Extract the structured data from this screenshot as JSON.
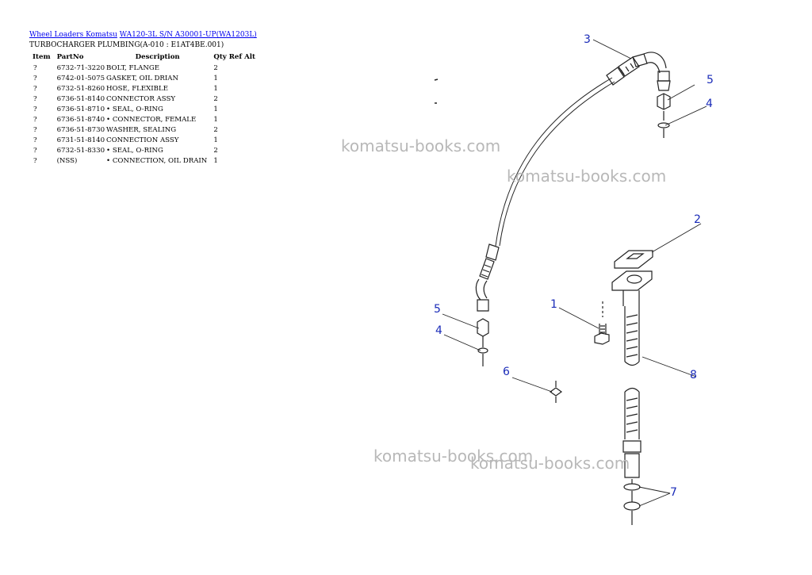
{
  "breadcrumb": {
    "link1": "Wheel Loaders Komatsu",
    "link2": "WA120-3L S/N A30001-UP(WA1203L)"
  },
  "subtitle": "TURBOCHARGER PLUMBING(A-010 : E1AT4BE.001)",
  "table": {
    "headers": {
      "item": "Item",
      "partno": "PartNo",
      "description": "Description",
      "qty": "Qty",
      "ref": "Ref",
      "alt": "Alt"
    },
    "rows": [
      {
        "item": "?",
        "partno": "6732-71-3220",
        "description": "BOLT, FLANGE",
        "qty": "2"
      },
      {
        "item": "?",
        "partno": "6742-01-5075",
        "description": "GASKET, OIL DRIAN",
        "qty": "1"
      },
      {
        "item": "?",
        "partno": "6732-51-8260",
        "description": "HOSE, FLEXIBLE",
        "qty": "1"
      },
      {
        "item": "?",
        "partno": "6736-51-8140",
        "description": "CONNECTOR ASSY",
        "qty": "2"
      },
      {
        "item": "?",
        "partno": "6736-51-8710",
        "description": "• SEAL, O-RING",
        "qty": "1"
      },
      {
        "item": "?",
        "partno": "6736-51-8740",
        "description": "• CONNECTOR, FEMALE",
        "qty": "1"
      },
      {
        "item": "?",
        "partno": "6736-51-8730",
        "description": "WASHER, SEALING",
        "qty": "2"
      },
      {
        "item": "?",
        "partno": "6731-51-8140",
        "description": "CONNECTION ASSY",
        "qty": "1"
      },
      {
        "item": "?",
        "partno": "6732-51-8330",
        "description": "• SEAL, O-RING",
        "qty": "2"
      },
      {
        "item": "?",
        "partno": "(NSS)",
        "description": "• CONNECTION, OIL DRAIN",
        "qty": "1"
      }
    ]
  },
  "diagram": {
    "callouts": {
      "c1": "1",
      "c2": "2",
      "c3": "3",
      "c4a": "4",
      "c4b": "4",
      "c5a": "5",
      "c5b": "5",
      "c6": "6",
      "c7": "7",
      "c8": "8"
    },
    "watermark": "komatsu-books.com",
    "callout_color": "#1a2bb8"
  }
}
